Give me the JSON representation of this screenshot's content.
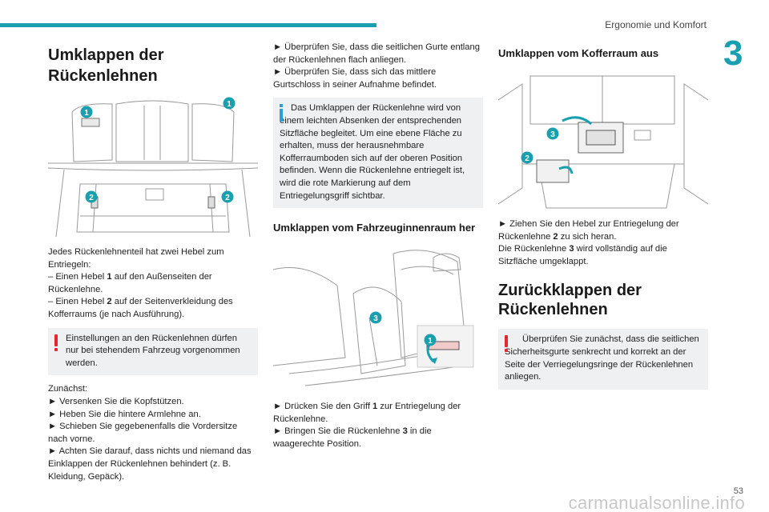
{
  "header": {
    "section_title": "Ergonomie und Komfort",
    "chapter_number": "3"
  },
  "col1": {
    "title": "Umklappen der Rückenlehnen",
    "figure": {
      "callouts": [
        "1",
        "1",
        "2",
        "2"
      ]
    },
    "intro": "Jedes Rückenlehnenteil hat zwei Hebel zum Entriegeln:",
    "lever1_pre": "– Einen Hebel ",
    "lever1_num": "1",
    "lever1_post": " auf den Außenseiten der Rückenlehne.",
    "lever2_pre": "– Einen Hebel ",
    "lever2_num": "2",
    "lever2_post": " auf der Seitenverkleidung des Kofferraums (je nach Ausführung).",
    "warning": "Einstellungen an den Rückenlehnen dürfen nur bei stehendem Fahrzeug vorgenommen werden.",
    "first": "Zunächst:",
    "steps": [
      "► Versenken Sie die Kopfstützen.",
      "► Heben Sie die hintere Armlehne an.",
      "► Schieben Sie gegebenenfalls die Vordersitze nach vorne.",
      "► Achten Sie darauf, dass nichts und niemand das Einklappen der Rückenlehnen behindert (z. B. Kleidung, Gepäck)."
    ]
  },
  "col2": {
    "check1": "► Überprüfen Sie, dass die seitlichen Gurte entlang der Rückenlehnen flach anliegen.",
    "check2": "► Überprüfen Sie, dass sich das mittlere Gurtschloss in seiner Aufnahme befindet.",
    "info": "Das Umklappen der Rückenlehne wird von einem leichten Absenken der entsprechenden Sitzfläche begleitet. Um eine ebene Fläche zu erhalten, muss der herausnehmbare Kofferraumboden sich auf der oberen Position befinden. Wenn die Rückenlehne entriegelt ist, wird die rote Markierung auf dem Entriegelungsgriff sichtbar.",
    "subtitle": "Umklappen vom Fahrzeuginnenraum her",
    "figure": {
      "callouts": [
        "3",
        "1"
      ]
    },
    "step1_pre": "► Drücken Sie den Griff ",
    "step1_num": "1",
    "step1_post": " zur Entriegelung der Rückenlehne.",
    "step2_pre": "► Bringen Sie die Rückenlehne ",
    "step2_num": "3",
    "step2_post": " in die waagerechte Position."
  },
  "col3": {
    "subtitle": "Umklappen vom Kofferraum aus",
    "figure": {
      "callouts": [
        "3",
        "2"
      ]
    },
    "step1_pre": "► Ziehen Sie den Hebel zur Entriegelung der Rückenlehne ",
    "step1_num": "2",
    "step1_post": " zu sich heran.",
    "step2_pre": "Die Rückenlehne ",
    "step2_num": "3",
    "step2_post": " wird vollständig auf die Sitzfläche umgeklappt.",
    "title2": "Zurückklappen der Rückenlehnen",
    "warning": "Überprüfen Sie zunächst, dass die seitlichen Sicherheitsgurte senkrecht und korrekt an der Seite der Verriegelungsringe der Rückenlehnen anliegen."
  },
  "footer": {
    "page_number": "53",
    "watermark": "carmanualsonline.info"
  },
  "colors": {
    "accent": "#1a9fb0",
    "callout": "#1a9fb0",
    "warning": "#e3262f",
    "info": "#2aa0d6",
    "note_bg": "#eef0f2"
  }
}
